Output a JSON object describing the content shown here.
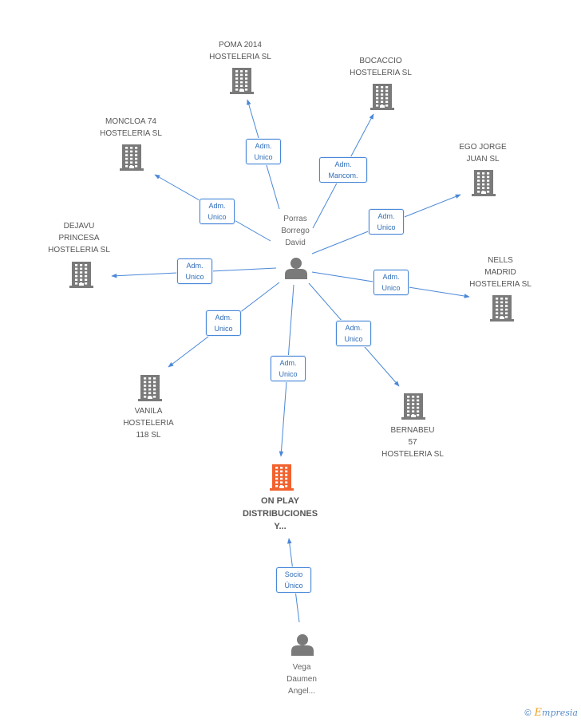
{
  "colors": {
    "company": "#7a7a7a",
    "focus_company": "#f2622e",
    "person": "#7a7a7a",
    "edge": "#4a88d8"
  },
  "companies": [
    {
      "id": "poma",
      "label": "POMA 2014\nHOSTELERIA  SL",
      "icon": "building-icon"
    },
    {
      "id": "bocaccio",
      "label": "BOCACCIO\nHOSTELERIA  SL",
      "icon": "building-icon"
    },
    {
      "id": "moncloa",
      "label": "MONCLOA 74\nHOSTELERIA SL",
      "icon": "building-icon"
    },
    {
      "id": "ego",
      "label": "EGO JORGE\nJUAN  SL",
      "icon": "building-icon"
    },
    {
      "id": "dejavu",
      "label": "DEJAVU\nPRINCESA\nHOSTELERIA SL",
      "icon": "building-icon"
    },
    {
      "id": "nells",
      "label": "NELLS\nMADRID\nHOSTELERIA  SL",
      "icon": "building-icon"
    },
    {
      "id": "vanila",
      "label": "VANILA\nHOSTELERIA\n118 SL",
      "icon": "building-icon"
    },
    {
      "id": "bernabeu",
      "label": "BERNABEU\n57\nHOSTELERIA SL",
      "icon": "building-icon"
    },
    {
      "id": "onplay",
      "label": "ON PLAY\nDISTRIBUCIONES\nY...",
      "icon": "building-icon",
      "focus": true
    }
  ],
  "persons": [
    {
      "id": "porras",
      "label": "Porras\nBorrego\nDavid",
      "icon": "person-icon"
    },
    {
      "id": "vega",
      "label": "Vega\nDaumen\nAngel...",
      "icon": "person-icon"
    }
  ],
  "edges": [
    {
      "from": "porras",
      "to": "poma",
      "label": "Adm.\nUnico"
    },
    {
      "from": "porras",
      "to": "bocaccio",
      "label": "Adm.\nMancom."
    },
    {
      "from": "porras",
      "to": "moncloa",
      "label": "Adm.\nUnico"
    },
    {
      "from": "porras",
      "to": "ego",
      "label": "Adm.\nUnico"
    },
    {
      "from": "porras",
      "to": "dejavu",
      "label": "Adm.\nUnico"
    },
    {
      "from": "porras",
      "to": "nells",
      "label": "Adm.\nUnico"
    },
    {
      "from": "porras",
      "to": "vanila",
      "label": "Adm.\nUnico"
    },
    {
      "from": "porras",
      "to": "bernabeu",
      "label": "Adm.\nUnico"
    },
    {
      "from": "porras",
      "to": "onplay",
      "label": "Adm.\nUnico"
    },
    {
      "from": "vega",
      "to": "onplay",
      "label": "Socio\nÚnico"
    }
  ],
  "brand": {
    "copyright": "©",
    "e": "E",
    "rest": "mpresia"
  }
}
